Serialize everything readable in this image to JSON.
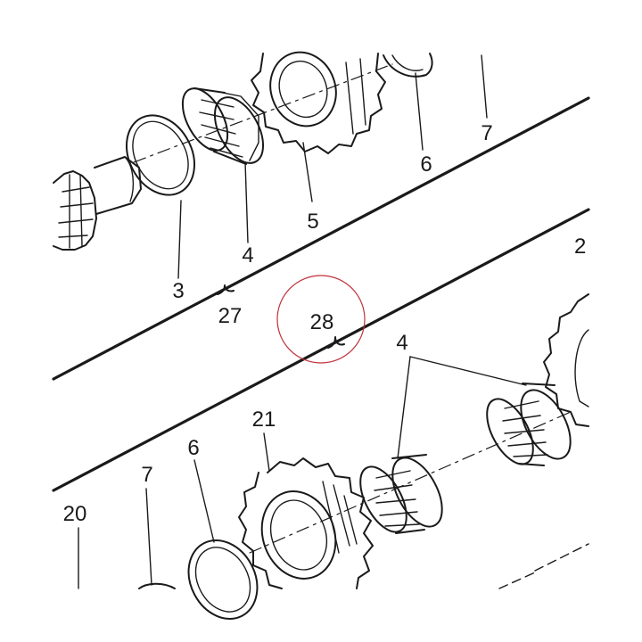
{
  "diagram": {
    "labels": {
      "item_3": "3",
      "item_4_top": "4",
      "item_5": "5",
      "item_6_top": "6",
      "item_7_top": "7",
      "item_27": "27",
      "item_28": "28",
      "item_2_partial": "2",
      "item_4_bottom": "4",
      "item_21": "21",
      "item_6_bottom": "6",
      "item_7_bottom": "7",
      "item_20": "20"
    },
    "highlight_color": "#c0303a",
    "ink_color": "#1a1a1a"
  }
}
